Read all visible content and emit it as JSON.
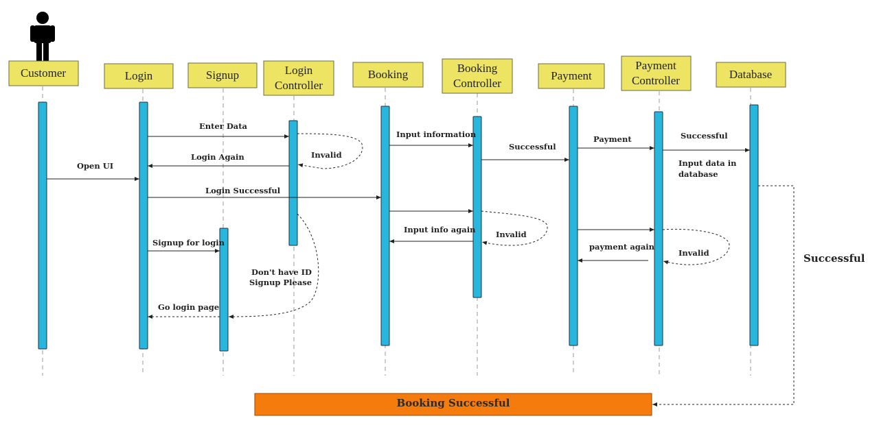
{
  "lifelines": [
    {
      "id": "customer",
      "lines": [
        "Customer"
      ]
    },
    {
      "id": "login",
      "lines": [
        "Login"
      ]
    },
    {
      "id": "signup",
      "lines": [
        "Signup"
      ]
    },
    {
      "id": "login-controller",
      "lines": [
        "Login",
        "Controller"
      ]
    },
    {
      "id": "booking",
      "lines": [
        "Booking"
      ]
    },
    {
      "id": "booking-controller",
      "lines": [
        "Booking",
        "Controller"
      ]
    },
    {
      "id": "payment",
      "lines": [
        "Payment"
      ]
    },
    {
      "id": "payment-controller",
      "lines": [
        "Payment",
        "Controller"
      ]
    },
    {
      "id": "database",
      "lines": [
        "Database"
      ]
    }
  ],
  "messages": [
    {
      "id": "open-ui",
      "lines": [
        "Open UI"
      ],
      "from": "customer",
      "to": "login",
      "style": "solid"
    },
    {
      "id": "enter-data",
      "lines": [
        "Enter Data"
      ],
      "from": "login",
      "to": "login-controller",
      "style": "solid"
    },
    {
      "id": "login-again",
      "lines": [
        "Login Again"
      ],
      "from": "login-controller",
      "to": "login",
      "style": "solid"
    },
    {
      "id": "login-successful",
      "lines": [
        "Login Successful"
      ],
      "from": "login",
      "to": "booking",
      "style": "solid"
    },
    {
      "id": "signup-for-login",
      "lines": [
        "Signup for login"
      ],
      "from": "login",
      "to": "signup",
      "style": "solid"
    },
    {
      "id": "go-login-page",
      "lines": [
        "Go login page"
      ],
      "from": "signup",
      "to": "login",
      "style": "dashed"
    },
    {
      "id": "input-information",
      "lines": [
        "Input information"
      ],
      "from": "booking",
      "to": "booking-controller",
      "style": "solid"
    },
    {
      "id": "booking-to-controller",
      "lines": [],
      "from": "booking",
      "to": "booking-controller",
      "style": "solid"
    },
    {
      "id": "input-info-again",
      "lines": [
        "Input info again"
      ],
      "from": "booking-controller",
      "to": "booking",
      "style": "solid"
    },
    {
      "id": "successful-booking",
      "lines": [
        "Successful"
      ],
      "from": "booking-controller",
      "to": "payment",
      "style": "solid"
    },
    {
      "id": "payment-msg",
      "lines": [
        "Payment"
      ],
      "from": "payment",
      "to": "payment-controller",
      "style": "solid"
    },
    {
      "id": "payment-to-controller",
      "lines": [],
      "from": "payment",
      "to": "payment-controller",
      "style": "solid"
    },
    {
      "id": "payment-again",
      "lines": [
        "payment again"
      ],
      "from": "payment-controller",
      "to": "payment",
      "style": "solid"
    },
    {
      "id": "successful-payment",
      "lines": [
        "Successful"
      ],
      "from": "payment-controller",
      "to": "database",
      "style": "solid"
    },
    {
      "id": "input-data-db",
      "lines": [
        "Input data in",
        "database"
      ],
      "from": "payment-controller",
      "to": "database",
      "style": "note"
    }
  ],
  "self_messages": [
    {
      "id": "invalid-login",
      "lines": [
        "Invalid"
      ],
      "on": "login-controller"
    },
    {
      "id": "invalid-booking",
      "lines": [
        "Invalid"
      ],
      "on": "booking-controller"
    },
    {
      "id": "invalid-payment",
      "lines": [
        "Invalid"
      ],
      "on": "payment-controller"
    }
  ],
  "notes": {
    "dont-have-id": [
      "Don't have ID",
      "Signup Please"
    ],
    "successful_side": "Successful"
  },
  "banner": {
    "label": "Booking Successful",
    "color": "#f47b0c"
  },
  "colors": {
    "actor_box": "#ece462",
    "activation": "#29b6dc",
    "banner": "#f47b0c"
  }
}
